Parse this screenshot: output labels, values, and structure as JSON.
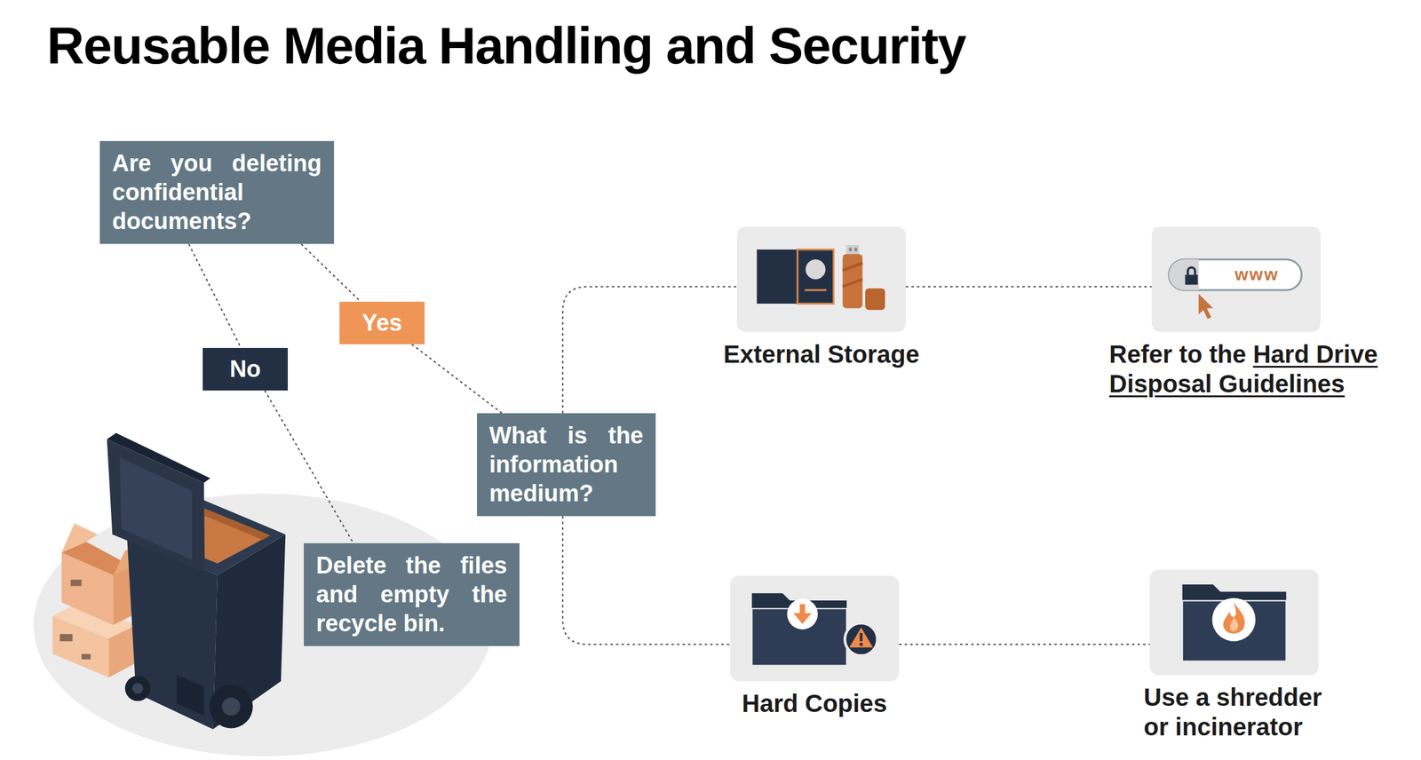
{
  "diagram": {
    "title": "Reusable Media Handling and Security",
    "nodes": [
      {
        "text": [
          "Are you deleting confidential documents?"
        ]
      },
      {
        "text": [
          "No"
        ]
      },
      {
        "text": [
          "Yes"
        ]
      },
      {
        "text": [
          "What is the information medium?"
        ]
      },
      {
        "text": [
          "Delete the files and empty the recycle bin."
        ]
      },
      {
        "text": [
          "External Storage"
        ]
      },
      {
        "text": [
          "Refer to the",
          "Hard Drive Disposal Guidelines"
        ]
      },
      {
        "text": [
          "Hard Copies"
        ]
      },
      {
        "text": [
          "Use a shredder or incinerator"
        ]
      }
    ],
    "edges": [
      {
        "from": 0,
        "to": 1,
        "arrow": "none"
      },
      {
        "from": 1,
        "to": 4,
        "arrow": "none"
      },
      {
        "from": 0,
        "to": 2,
        "arrow": "none"
      },
      {
        "from": 2,
        "to": 3,
        "arrow": "none"
      },
      {
        "from": 3,
        "to": 5,
        "arrow": "none"
      },
      {
        "from": 3,
        "to": 7,
        "arrow": "none"
      },
      {
        "from": 5,
        "to": 6,
        "arrow": "none"
      },
      {
        "from": 7,
        "to": 8,
        "arrow": "none"
      }
    ],
    "labels": [
      "www"
    ]
  }
}
